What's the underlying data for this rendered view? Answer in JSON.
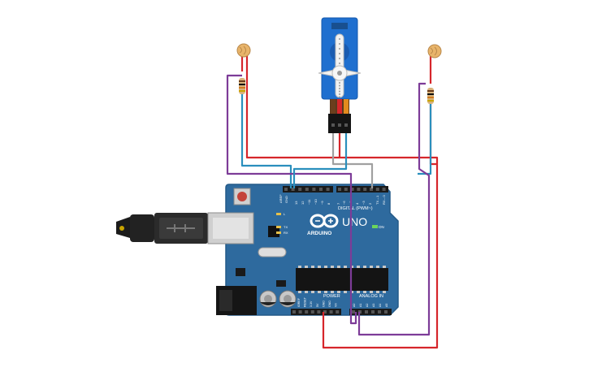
{
  "board": {
    "brand": "ARDUINO",
    "model": "UNO",
    "on_label": "ON",
    "digital_header": "DIGITAL (PWM~)",
    "power_header": "POWER",
    "analog_header": "ANALOG IN",
    "tx_label": "TX",
    "rx_label": "RX",
    "l_label": "L",
    "aref_label": "AREF",
    "gnd_label": "GND",
    "digital_pins": [
      "13",
      "12",
      "~11",
      "~10",
      "~9",
      "8",
      "7",
      "~6",
      "~5",
      "4",
      "~3",
      "2",
      "TX→1",
      "RX←0"
    ],
    "power_pins": [
      "IOREF",
      "RESET",
      "3.3V",
      "5V",
      "GND",
      "GND",
      "Vin"
    ],
    "analog_pins": [
      "A0",
      "A1",
      "A2",
      "A3",
      "A4",
      "A5"
    ]
  },
  "colors": {
    "board": "#2e6a9e",
    "board_edge": "#245a88",
    "servo": "#1f6fcf",
    "wire_red": "#d6262b",
    "wire_purple": "#7d3c98",
    "wire_blue": "#2a8fbd",
    "wire_gray": "#a0a0a0",
    "ldr": "#e8b46a",
    "resistor": "#d8b27a"
  }
}
